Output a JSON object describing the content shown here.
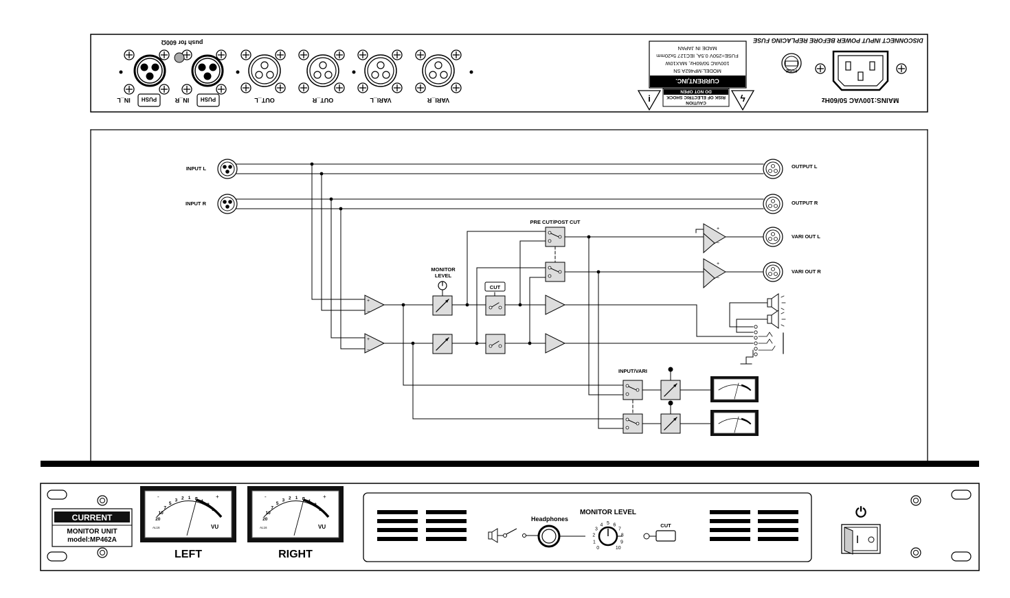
{
  "rear_panel": {
    "connectors": {
      "in_l": "IN_L",
      "in_r": "IN_R",
      "out_l": "OUT_L",
      "out_r": "OUT_R",
      "vari_l": "VARI_L",
      "vari_r": "VARI_R"
    },
    "push_label": "PUSH",
    "push_600": "push for 600Ω",
    "disconnect_warning": "DISCONNECT INPUT POWER BEFORE REPLACING FUSE",
    "mains": "MAINS:100VAC 50/60Hz",
    "fuse_label": "FUSE",
    "rating_plate": {
      "maker": "CURRENT,INC.",
      "model": "MODEL:MP462A SN",
      "power": "100VAC 50/60Hz, MAX10W",
      "fuse": "FUSE=250V 0.5A, IEC127 5x20mm",
      "origin": "MADE IN JAPAN"
    },
    "caution": {
      "title": "CAUTION",
      "line1": "RISK OF ELECTRIC SHOCK",
      "line2": "DO NOT OPEN"
    },
    "info_symbol": "i"
  },
  "block_diagram": {
    "input_l": "INPUT L",
    "input_r": "INPUT R",
    "output_l": "OUTPUT L",
    "output_r": "OUTPUT R",
    "vari_out_l": "VARI OUT L",
    "vari_out_r": "VARI OUT R",
    "pre_post_cut": "PRE CUT/POST CUT",
    "monitor_level_1": "MONITOR",
    "monitor_level_2": "LEVEL",
    "cut": "CUT",
    "input_vari": "INPUT/VARI",
    "plus": "+",
    "minus": "−"
  },
  "front_panel": {
    "brand": "CURRENT",
    "product": "MONITOR UNIT",
    "model": "model:MP462A",
    "meter_left_label": "LEFT",
    "meter_right_label": "RIGHT",
    "vu": "VU",
    "meter_scale": [
      "20",
      "10",
      "7",
      "5",
      "3",
      "2",
      "1",
      "0",
      "1",
      "2",
      "3"
    ],
    "meter_minus": "-",
    "meter_plus": "+",
    "meter_brand": "AL16",
    "headphones": "Headphones",
    "monitor_level": "MONITOR LEVEL",
    "knob_scale": [
      "0",
      "1",
      "2",
      "3",
      "4",
      "5",
      "6",
      "7",
      "8",
      "9",
      "10"
    ],
    "cut": "CUT",
    "power_icon": "⏻"
  }
}
